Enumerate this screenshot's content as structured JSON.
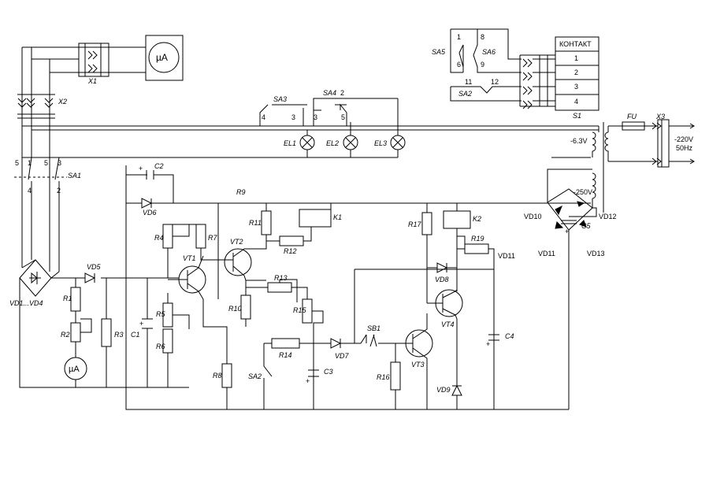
{
  "meter_symbol": "µA",
  "switches": {
    "SA1": "SA1",
    "SA2": "SA2",
    "SA3": "SA3",
    "SA4": "SA4",
    "SA5": "SA5",
    "SA6": "SA6",
    "SB1": "SB1",
    "sa1_pins": [
      "5",
      "1",
      "5",
      "3",
      "4",
      "2"
    ],
    "sa3_pins": [
      "4",
      "3"
    ],
    "sa4_pins": [
      "2",
      "3",
      "5"
    ],
    "sa56_pins": [
      "1",
      "8",
      "6",
      "9"
    ],
    "sa2_pins": [
      "11",
      "12"
    ]
  },
  "connectors": {
    "X1": "X1",
    "X2": "X2",
    "X3": "X3",
    "S1": "S1"
  },
  "contact_block": {
    "title": "КОНТАКТ",
    "rows": [
      "1",
      "2",
      "3",
      "4"
    ]
  },
  "lamps": [
    "EL1",
    "EL2",
    "EL3"
  ],
  "transformer": {
    "low_winding": "-6.3V",
    "high_winding": "-250V",
    "fuse": "FU"
  },
  "mains": {
    "voltage": "-220V",
    "frequency": "50Hz"
  },
  "diodes": [
    "VD1...VD4",
    "VD5",
    "VD6",
    "VD7",
    "VD8",
    "VD9",
    "VD10",
    "VD11",
    "VD12",
    "VD13"
  ],
  "diode_vd11_second": "VD11",
  "transistors": [
    "VT1",
    "VT2",
    "VT3",
    "VT4"
  ],
  "resistors": [
    "R1",
    "R2",
    "R3",
    "R4",
    "R5",
    "R6",
    "R7",
    "R8",
    "R9",
    "R10",
    "R11",
    "R12",
    "R13",
    "R14",
    "R15",
    "R16",
    "R17",
    "R19"
  ],
  "capacitors": [
    "C1",
    "C2",
    "C3",
    "C4",
    "C5"
  ],
  "relays": [
    "K1",
    "K2"
  ],
  "polarity": "+"
}
